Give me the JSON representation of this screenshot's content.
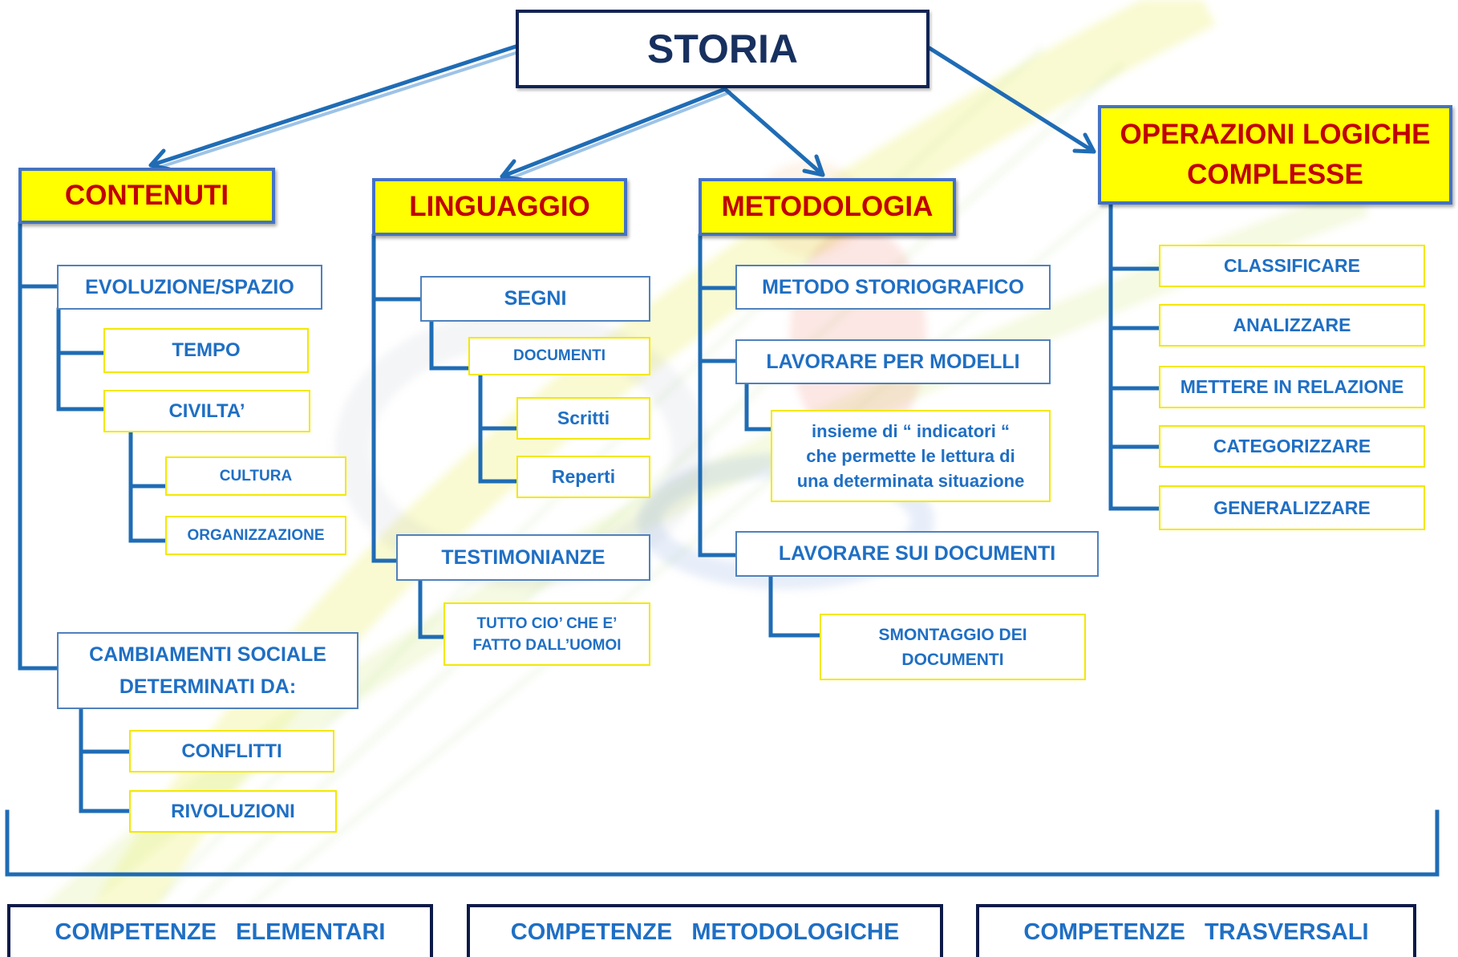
{
  "title": "STORIA",
  "contenuti": {
    "label": "CONTENUTI",
    "evoluzione": {
      "label": "EVOLUZIONE/SPAZIO",
      "tempo": "TEMPO",
      "civilta": {
        "label": "CIVILTA’",
        "cultura": "CULTURA",
        "organizzazione": "ORGANIZZAZIONE"
      }
    },
    "cambiamenti": {
      "label": "CAMBIAMENTI SOCIALE\nDETERMINATI DA:",
      "conflitti": "CONFLITTI",
      "rivoluzioni": "RIVOLUZIONI"
    }
  },
  "linguaggio": {
    "label": "LINGUAGGIO",
    "segni": {
      "label": "SEGNI",
      "documenti": {
        "label": "DOCUMENTI",
        "scritti": "Scritti",
        "reperti": "Reperti"
      }
    },
    "testimonianze": {
      "label": "TESTIMONIANZE",
      "tutto": "TUTTO CIO’ CHE E’\nFATTO DALL’UOMOI"
    }
  },
  "metodologia": {
    "label": "METODOLOGIA",
    "metodo_storiografico": "METODO STORIOGRAFICO",
    "lavorare_per_modelli": {
      "label": "LAVORARE PER MODELLI",
      "descrizione": "insieme di “ indicatori “\nche permette le lettura di\nuna determinata situazione"
    },
    "lavorare_sui_documenti": {
      "label": "LAVORARE SUI DOCUMENTI",
      "smontaggio": "SMONTAGGIO DEI\nDOCUMENTI"
    }
  },
  "operazioni_logiche": {
    "label": "OPERAZIONI LOGICHE\nCOMPLESSE",
    "items": [
      "CLASSIFICARE",
      "ANALIZZARE",
      "METTERE IN RELAZIONE",
      "CATEGORIZZARE",
      "GENERALIZZARE"
    ]
  },
  "competenze": [
    "COMPETENZE   ELEMENTARI",
    "COMPETENZE   METODOLOGICHE",
    "COMPETENZE   TRASVERSALI"
  ],
  "colors": {
    "cat_fill": "#ffff00",
    "cat_border": "#4472c4",
    "cat_text": "#c00000",
    "node_text": "#1f6fc4",
    "node_border": "#4f81bd",
    "leaf_border": "#f3e800",
    "root_border": "#0f2454",
    "root_text": "#17305f",
    "connector": "#1f6cb5",
    "comp_border": "#0c1a48"
  }
}
